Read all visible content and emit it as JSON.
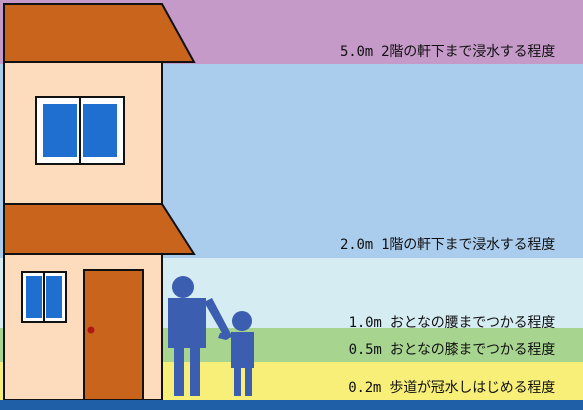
{
  "levels": [
    {
      "depth_label": "5.0m",
      "description": "2階の軒下まで浸水する程度",
      "color": "#c59ac9"
    },
    {
      "depth_label": "2.0m",
      "description": "1階の軒下まで浸水する程度",
      "color": "#abcded"
    },
    {
      "depth_label": "1.0m",
      "description": "おとなの腰までつかる程度",
      "color": "#d5ecf3"
    },
    {
      "depth_label": "0.5m",
      "description": "おとなの膝までつかる程度",
      "color": "#a7d590"
    },
    {
      "depth_label": "0.2m",
      "description": "歩道が冠水しはじめる程度",
      "color": "#f7ef78"
    }
  ],
  "colors": {
    "roof": "#c8641c",
    "wall": "#fcdcbc",
    "window": "#1f6fd0",
    "door": "#c8641c",
    "people": "#3c5eb0",
    "bottom_bar": "#1f5fa8"
  }
}
